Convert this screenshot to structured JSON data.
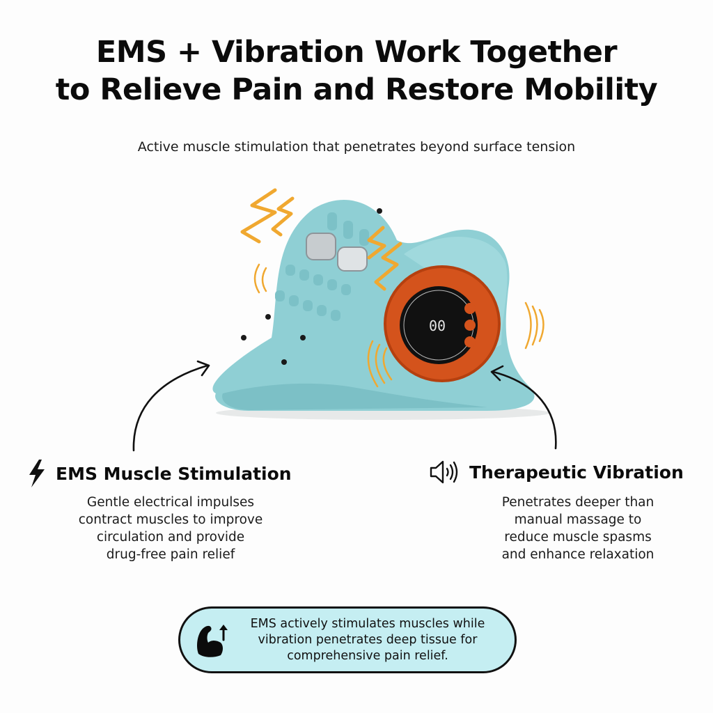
{
  "header": {
    "title_line1": "EMS + Vibration Work Together",
    "title_line2": "to Relieve Pain and Restore Mobility",
    "subtitle": "Active muscle stimulation that penetrates beyond surface tension"
  },
  "product": {
    "name": "neck-massager-device",
    "body_color": "#8fcfd4",
    "accent_color": "#d4531c",
    "display_reading": "00",
    "vibration_mark_color": "#f0a830",
    "control_buttons": 3
  },
  "features": [
    {
      "icon": "lightning-bolt-icon",
      "title": "EMS Muscle Stimulation",
      "description_lines": [
        "Gentle electrical impulses",
        "contract muscles to improve",
        "circulation and provide",
        "drug-free pain relief"
      ]
    },
    {
      "icon": "speaker-vibration-icon",
      "title": "Therapeutic Vibration",
      "description_lines": [
        "Penetrates deeper than",
        "manual massage to",
        "reduce muscle spasms",
        "and enhance relaxation"
      ]
    }
  ],
  "callout": {
    "icon": "flexed-bicep-arrow-up-icon",
    "lines": [
      "EMS actively stimulates muscles while",
      "vibration penetrates deep tissue for",
      "comprehensive pain relief."
    ],
    "background": "#c5eef2"
  }
}
